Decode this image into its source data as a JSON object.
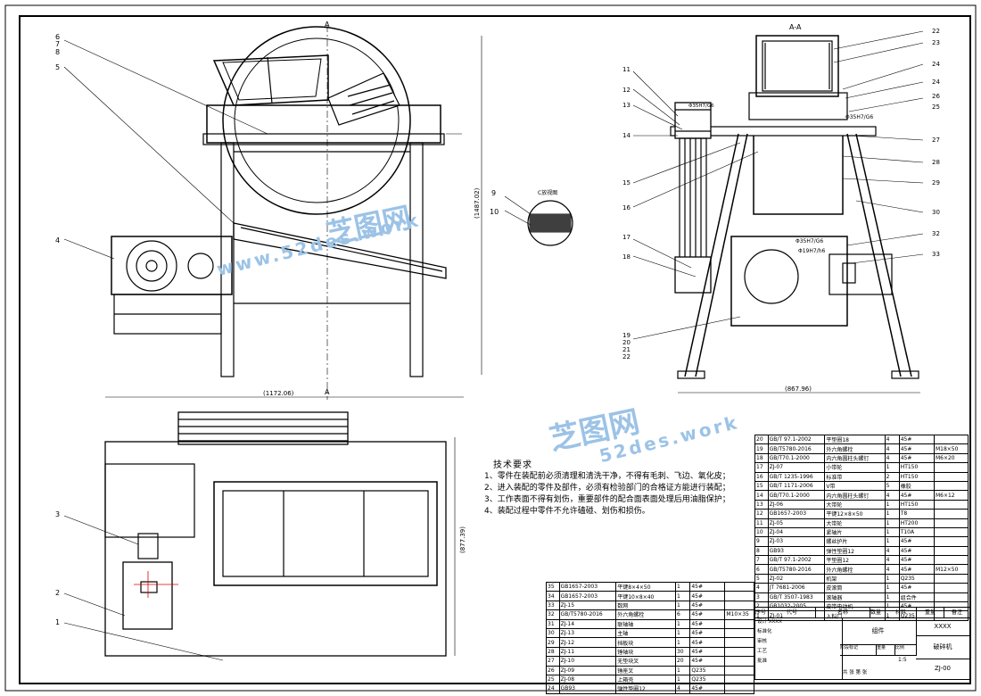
{
  "drawing": {
    "section_label_top": "A",
    "section_label_bottom": "A",
    "section_view_title": "A-A",
    "detail_label": "C放视图",
    "width_dim_front": "(1172.06)",
    "height_dim_front": "(1487.02)",
    "width_dim_side": "(867.96)",
    "height_dim_top": "(877.39)",
    "fit_1": "Φ35H7/G6",
    "fit_2": "Φ35H7/G6",
    "fit_3": "Φ35H7/G6",
    "fit_4": "Φ19H7/h6"
  },
  "balloons_front": [
    "6",
    "7",
    "8",
    "5",
    "4",
    "3",
    "2",
    "1",
    "9",
    "10"
  ],
  "balloons_side_left": [
    "11",
    "12",
    "13",
    "14",
    "15",
    "16",
    "17",
    "18",
    "19",
    "20",
    "21",
    "22"
  ],
  "balloons_side_right": [
    "22",
    "23",
    "24",
    "24",
    "26",
    "25",
    "27",
    "28",
    "29",
    "30",
    "32",
    "33"
  ],
  "watermark": {
    "brand": "芝图网",
    "url": "www.52des.work",
    "url2": "52des.work"
  },
  "notes": {
    "title": "技术要求",
    "items": [
      "1、零件在装配前必须清理和清洗干净，不得有毛刺、飞边、氧化皮；",
      "2、进入装配的零件及部件，必须有检验部门的合格证方能进行装配；",
      "3、工作表面不得有划伤，重要部件的配合面表面处理后用油脂保护；",
      "4、装配过程中零件不允许磕碰、划伤和损伤。"
    ]
  },
  "bom_right": [
    [
      "20",
      "GB/T 97.1-2002",
      "平垫圈18",
      "4",
      "45#",
      ""
    ],
    [
      "19",
      "GB/T5780-2016",
      "外六角螺栓",
      "4",
      "45#",
      "M18×50"
    ],
    [
      "18",
      "GB/T70.1-2000",
      "内六角圆柱头螺钉",
      "4",
      "45#",
      "M6×20"
    ],
    [
      "17",
      "ZJ-07",
      "小带轮",
      "1",
      "HT150",
      ""
    ],
    [
      "16",
      "GB/T 1235-1996",
      "标准带",
      "2",
      "HT150",
      ""
    ],
    [
      "15",
      "GB/T 1171-2006",
      "V带",
      "5",
      "橡胶",
      ""
    ],
    [
      "14",
      "GB/T70.1-2000",
      "内六角圆柱头螺钉",
      "4",
      "45#",
      "M6×12"
    ],
    [
      "13",
      "ZJ-06",
      "大带轮",
      "1",
      "HT150",
      ""
    ],
    [
      "12",
      "GB1657-2003",
      "平键12×8×50",
      "1",
      "T8",
      ""
    ],
    [
      "11",
      "ZJ-05",
      "大带轮",
      "1",
      "HT200",
      ""
    ],
    [
      "10",
      "ZJ-04",
      "紧轴片",
      "1",
      "T10A",
      ""
    ],
    [
      "9",
      "ZJ-03",
      "螺丝护片",
      "1",
      "45#",
      ""
    ],
    [
      "8",
      "GB93",
      "弹性垫圈12",
      "4",
      "45#",
      ""
    ],
    [
      "7",
      "GB/T 97.1-2002",
      "平垫圈12",
      "4",
      "45#",
      ""
    ],
    [
      "6",
      "GB/T5780-2016",
      "外六角螺栓",
      "4",
      "45#",
      "M12×50"
    ],
    [
      "5",
      "ZJ-02",
      "机架",
      "1",
      "Q235",
      ""
    ],
    [
      "4",
      "JT 7681-2006",
      "皮滚筒",
      "1",
      "45#",
      ""
    ],
    [
      "3",
      "GB/T 3507-1983",
      "滚轴器",
      "1",
      "组合件",
      ""
    ],
    [
      "2",
      "GB1032-2005",
      "皮带电动机",
      "1",
      "45#",
      ""
    ],
    [
      "1",
      "ZJ-01",
      "入料口",
      "1",
      "Q235",
      ""
    ]
  ],
  "bom_left": [
    [
      "35",
      "GB1657-2003",
      "平键8×4×50",
      "1",
      "45#",
      ""
    ],
    [
      "34",
      "GB1657-2003",
      "平键10×8×40",
      "1",
      "45#",
      ""
    ],
    [
      "33",
      "ZJ-15",
      "数网",
      "1",
      "45#",
      ""
    ],
    [
      "32",
      "GB/T5780-2016",
      "外六角螺栓",
      "6",
      "45#",
      "M10×35"
    ],
    [
      "31",
      "ZJ-14",
      "联轴轴",
      "1",
      "45#",
      ""
    ],
    [
      "30",
      "ZJ-13",
      "主轴",
      "1",
      "45#",
      ""
    ],
    [
      "29",
      "ZJ-12",
      "挡板块",
      "1",
      "45#",
      ""
    ],
    [
      "28",
      "ZJ-11",
      "锤轴块",
      "30",
      "45#",
      ""
    ],
    [
      "27",
      "ZJ-10",
      "无垫块叉",
      "20",
      "45#",
      ""
    ],
    [
      "26",
      "ZJ-09",
      "锤座叉",
      "1",
      "Q235",
      ""
    ],
    [
      "25",
      "ZJ-08",
      "上箱壳",
      "1",
      "Q235",
      ""
    ],
    [
      "24",
      "GB93",
      "弹性垫圈12",
      "4",
      "45#",
      ""
    ]
  ],
  "bom_header": [
    "序号",
    "代号",
    "名称",
    "数量",
    "材料",
    "单件",
    "总计",
    "重量",
    "备注"
  ],
  "title_block": {
    "part_name": "组件",
    "company": "XXXX",
    "drawing_name": "破碎机",
    "drawing_no": "ZJ-00",
    "scale": "1:5",
    "sheet": "共 张 第 张",
    "design": "设计",
    "drafter": "XXXX",
    "standardization": "标准化",
    "check": "审核",
    "process": "工艺",
    "approve": "批准",
    "stage_label": "阶段标记",
    "weight_label": "重量",
    "scale_label": "比例"
  }
}
